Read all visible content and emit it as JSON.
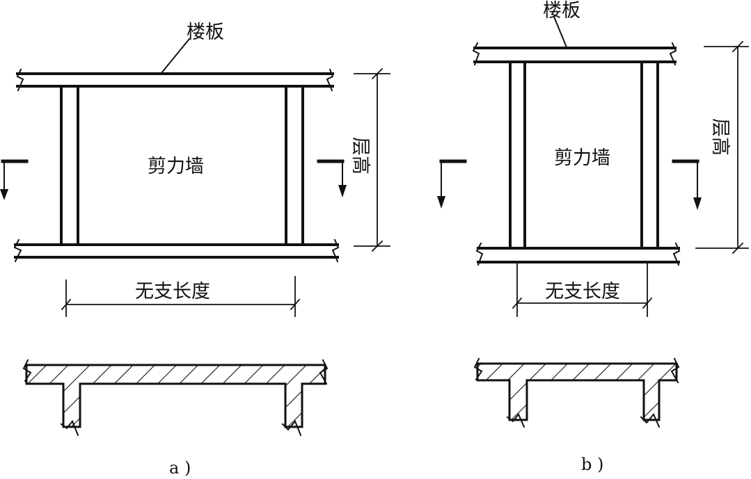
{
  "figure_a": {
    "floor_slab_label": "楼板",
    "wall_label": "剪力墙",
    "story_height_label": "层高",
    "unsupported_length_label": "无支长度",
    "caption": "a )"
  },
  "figure_b": {
    "floor_slab_label": "楼板",
    "wall_label": "剪力墙",
    "story_height_label": "层高",
    "unsupported_length_label": "无支长度",
    "caption": "b )"
  }
}
